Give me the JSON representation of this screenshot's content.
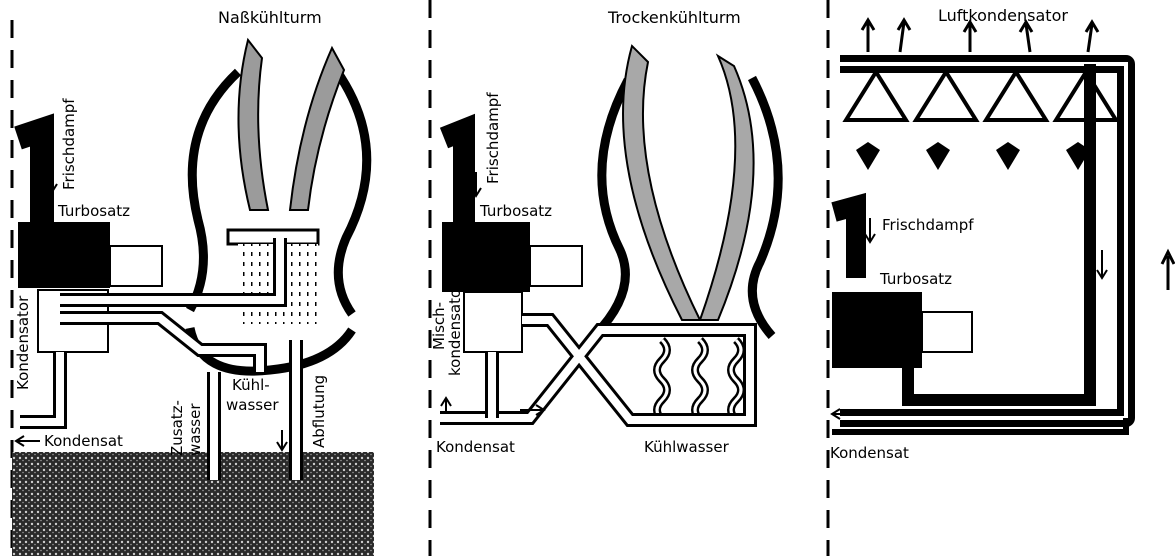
{
  "panels": [
    {
      "title": "Naßkühlturm",
      "labels": {
        "steam": "Frischdampf",
        "turbine": "Turbosatz",
        "condenser": "Kondensator",
        "condensate": "Kondensat",
        "makeup_line1": "Zusatz-",
        "makeup_line2": "wasser",
        "coolant_line1": "Kühl-",
        "coolant_line2": "wasser",
        "blowdown": "Abflutung"
      }
    },
    {
      "title": "Trockenkühlturm",
      "labels": {
        "steam": "Frischdampf",
        "turbine": "Turbosatz",
        "mixing_line1": "Misch-",
        "mixing_line2": "kondensator",
        "condensate": "Kondensat",
        "coolant": "Kühlwasser"
      }
    },
    {
      "title": "Luftkondensator",
      "labels": {
        "steam": "Frischdampf",
        "turbine": "Turbosatz",
        "condensate": "Kondensat"
      }
    }
  ],
  "colors": {
    "ink": "#000000",
    "paper": "#ffffff",
    "shade": "#8a8a8a"
  }
}
